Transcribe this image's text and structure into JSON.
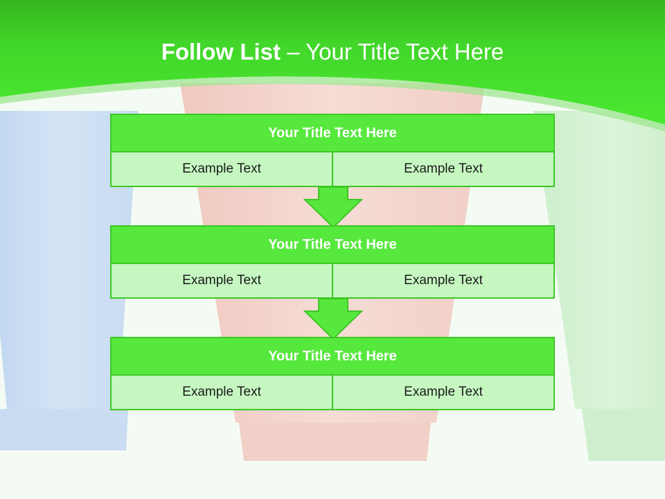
{
  "slide": {
    "title_bold": "Follow List",
    "title_dash": " – ",
    "title_rest": "Your Title Text Here"
  },
  "colors": {
    "header_green": "#3fdc28",
    "box_title_fill": "#57e83d",
    "box_cell_fill": "#c6f7c1",
    "box_border": "#3ec726"
  },
  "blocks": [
    {
      "title": "Your Title Text Here",
      "cells": [
        "Example Text",
        "Example Text"
      ]
    },
    {
      "title": "Your Title Text Here",
      "cells": [
        "Example Text",
        "Example Text"
      ]
    },
    {
      "title": "Your Title Text Here",
      "cells": [
        "Example Text",
        "Example Text"
      ]
    }
  ]
}
